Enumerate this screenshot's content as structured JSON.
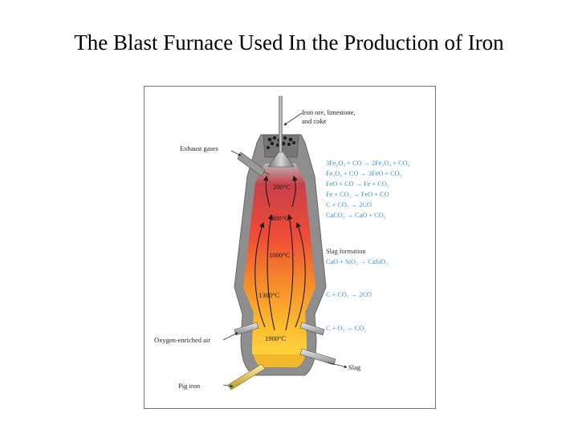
{
  "title": "The Blast Furnace Used In the Production of Iron",
  "labels": {
    "feed_line1": "Iron ore, limestone,",
    "feed_line2": "and coke",
    "exhaust": "Exhaust gases",
    "oxygen": "Oxygen-enriched air",
    "slag": "Slag",
    "pig_iron": "Pig iron"
  },
  "temperatures": [
    "200°C",
    "800°C",
    "1000°C",
    "1300°C",
    "1900°C"
  ],
  "reactions_top": [
    "3Fe₂O₃ + CO → 2Fe₃O₄ + CO₂",
    "Fe₃O₄ + CO → 3FeO + CO₂",
    "FeO + CO → Fe + CO₂",
    "Fe + CO₂ → FeO + CO",
    "C + CO₂ → 2CO",
    "CaCO₃ → CaO + CO₂"
  ],
  "slag_heading": "Slag formation",
  "slag_reaction": "CaO + SiO₂ → CaSiO₃",
  "reaction_mid": "C + CO₂ → 2CO",
  "reaction_low": "C + O₂ → CO₂",
  "colors": {
    "shell": "#8e8e8e",
    "hot_top": "#c9414a",
    "hot_mid": "#f06a2a",
    "hot_low": "#ffc12e",
    "reaction_text": "#2f8fd3"
  }
}
